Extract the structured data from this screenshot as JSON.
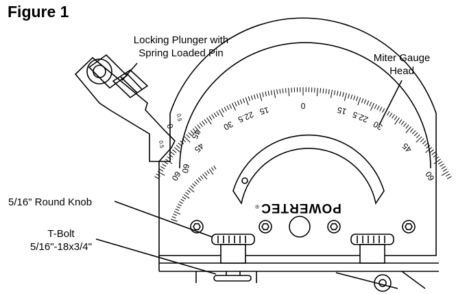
{
  "figure_title": "Figure 1",
  "callouts": {
    "locking_plunger": [
      "Locking Plunger with",
      "Spring Loaded Pin"
    ],
    "miter_head": [
      "Miter Gauge",
      "Head"
    ],
    "round_knob": [
      "5/16\" Round Knob"
    ],
    "t_bolt": [
      "T-Bolt",
      "5/16\"-18x3/4\""
    ]
  },
  "scale": {
    "labels": [
      "60",
      "45",
      "30",
      "22.5",
      "15",
      "0",
      "15",
      "22.5",
      "30",
      "45",
      "60"
    ],
    "zero_mark": "0"
  },
  "pointer_scale": {
    "labels": [
      "0",
      "45",
      "60"
    ],
    "small_marks": [
      "0.5",
      "0.5"
    ]
  },
  "brand": "POWERTEC",
  "registered_mark": "®"
}
